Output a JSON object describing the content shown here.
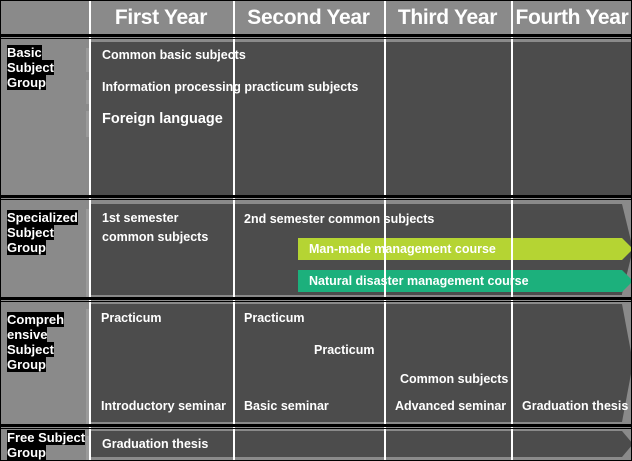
{
  "chart": {
    "title": "Curriculum year-by-year course map",
    "colors": {
      "page_background": "#8a8a8a",
      "block": "#4c4c4c",
      "man_made_course": "#b5d433",
      "natural_disaster_course": "#1cb07c",
      "text": "#ffffff",
      "label_background": "#000000",
      "divider": "#ffffff",
      "rule": "#000000"
    }
  },
  "header": {
    "years": [
      {
        "label": "First Year"
      },
      {
        "label": "Second Year"
      },
      {
        "label": "Third Year"
      },
      {
        "label": "Fourth Year"
      }
    ]
  },
  "groups": [
    {
      "id": "basic",
      "label": "Basic\nSubject\nGroup"
    },
    {
      "id": "specialized",
      "label": "Specialized\nSubject\nGroup"
    },
    {
      "id": "comprehensive",
      "label": "Compreh\nensive\nSubject\nGroup"
    },
    {
      "id": "free",
      "label": "Free Subject\nGroup"
    }
  ],
  "bands": {
    "basic": {
      "bars": [
        {
          "id": "common-basic-subjects",
          "label": "Common basic subjects"
        },
        {
          "id": "info-processing",
          "label": "Information processing practicum subjects"
        },
        {
          "id": "foreign-language",
          "label": "Foreign language"
        }
      ]
    },
    "specialized": {
      "bars": [
        {
          "id": "first-semester-common",
          "label": "1st semester\ncommon subjects"
        },
        {
          "id": "second-semester-common",
          "label": "2nd semester common subjects"
        },
        {
          "id": "man-made-management",
          "label": "Man-made management course"
        },
        {
          "id": "natural-disaster-management",
          "label": "Natural disaster management course"
        }
      ]
    },
    "comprehensive": {
      "bars": [
        {
          "id": "practicum-first",
          "label": "Practicum"
        },
        {
          "id": "practicum-second",
          "label": "Practicum"
        },
        {
          "id": "practicum-third",
          "label": "Practicum"
        },
        {
          "id": "common-subjects",
          "label": "Common subjects"
        },
        {
          "id": "introductory-seminar",
          "label": "Introductory seminar"
        },
        {
          "id": "basic-seminar",
          "label": "Basic seminar"
        },
        {
          "id": "advanced-seminar",
          "label": "Advanced seminar"
        },
        {
          "id": "graduation-thesis-comp",
          "label": "Graduation thesis"
        }
      ]
    },
    "free": {
      "bars": [
        {
          "id": "graduation-thesis-free",
          "label": "Graduation thesis"
        }
      ]
    }
  }
}
